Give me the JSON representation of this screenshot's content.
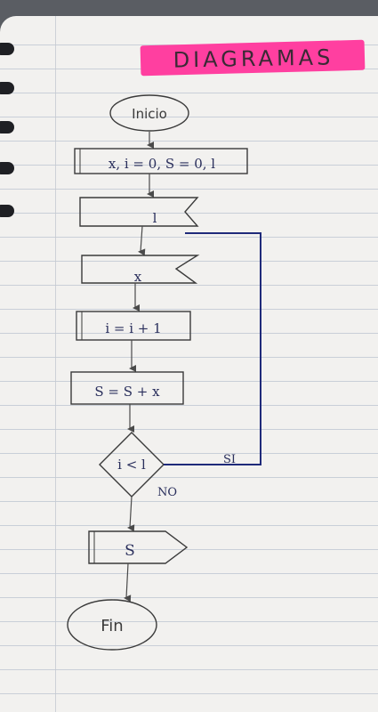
{
  "title": "DIAGRAMAS",
  "nodes": {
    "start": "Inicio",
    "init": "x, i = 0, S = 0, l",
    "read_l": "l",
    "read_x": "x",
    "increment": "i = i + 1",
    "accumulate": "S = S + x",
    "decision": "i < l",
    "output": "S",
    "end": "Fin"
  },
  "edges": {
    "yes_label": "SI",
    "no_label": "NO"
  },
  "colors": {
    "highlighter": "#ff3fa0",
    "pen_blue": "#1f2a7a",
    "pencil": "#4a4a4a",
    "paper": "#f2f1ef",
    "rule_lines": "#c9cfd8"
  }
}
